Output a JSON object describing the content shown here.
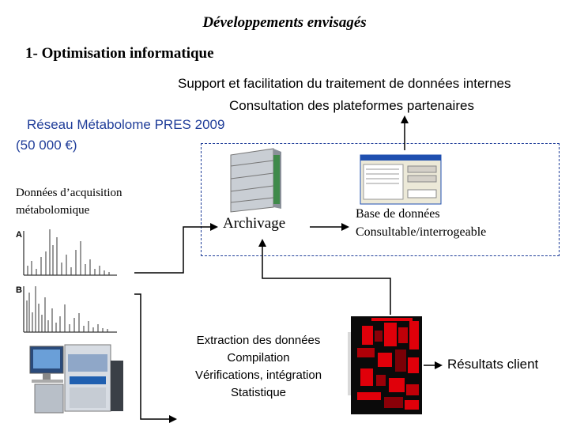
{
  "title": "Développements envisagés",
  "section": "1- Optimisation informatique",
  "top_outputs": {
    "support": "Support et facilitation du traitement de données internes",
    "consultation": "Consultation des plateformes partenaires"
  },
  "network": {
    "name": "Réseau Métabolome PRES 2009",
    "budget": "(50 000 €)"
  },
  "acquisition": {
    "line1": "Données d’acquisition",
    "line2": "métabolomique",
    "panel_a": "A",
    "panel_b": "B"
  },
  "archivage": "Archivage",
  "database": {
    "line1": "Base de données",
    "line2": "Consultable/interrogeable"
  },
  "processing": [
    "Extraction des données",
    "Compilation",
    "Vérifications, intégration",
    "Statistique"
  ],
  "results": "Résultats client",
  "colors": {
    "network_blue": "#1f3d99",
    "heatmap_red": "#e0000a",
    "line": "#000000"
  },
  "icons": [
    "server-rack-icon",
    "database-window-icon",
    "mass-spectrometer-icon",
    "heatmap-icon",
    "spectrum-chart-icon"
  ]
}
